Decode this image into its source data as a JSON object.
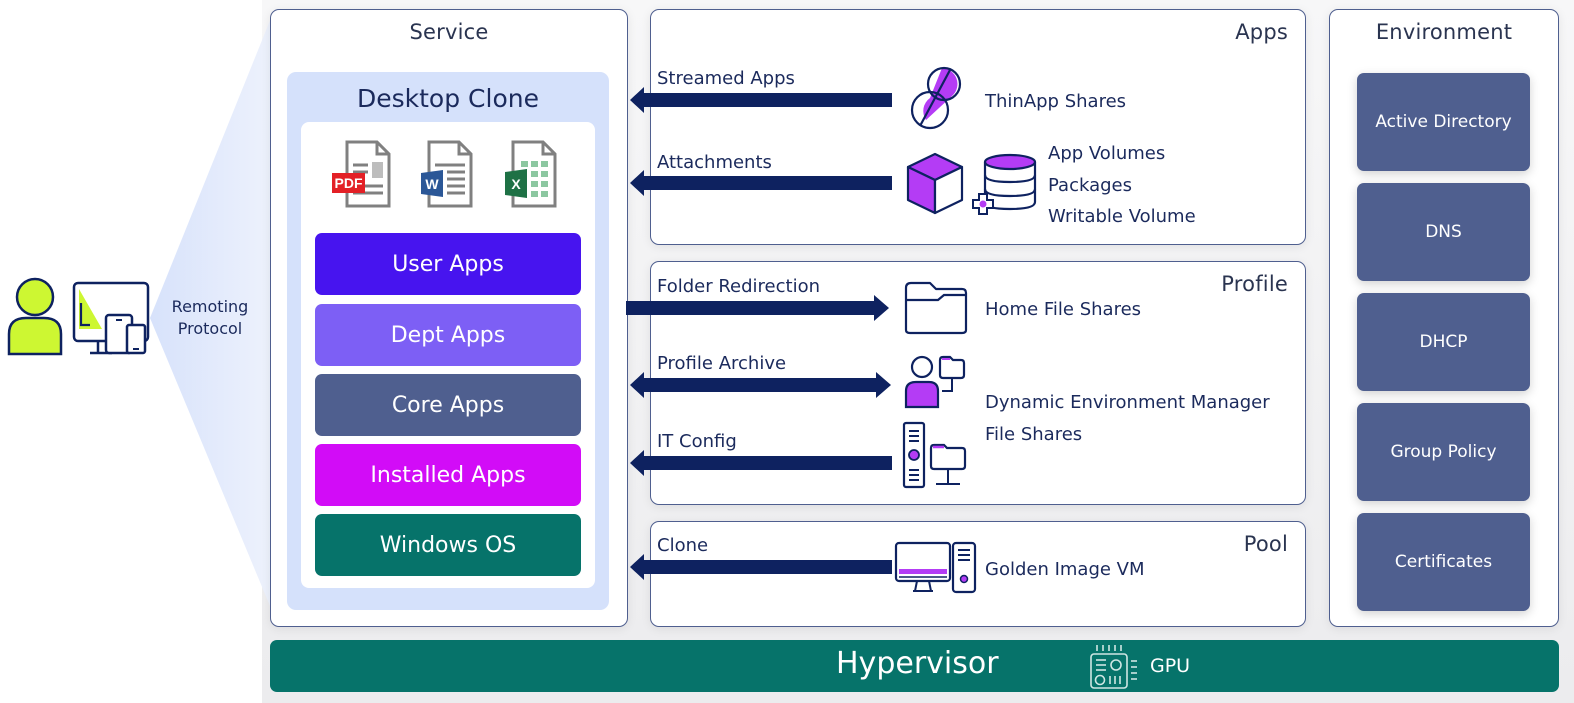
{
  "client": {
    "user_icon": "user-icon",
    "devices_icon": "devices-icon",
    "remoting_label_line1": "Remoting",
    "remoting_label_line2": "Protocol"
  },
  "service": {
    "title": "Service",
    "desktop_clone": {
      "title": "Desktop Clone",
      "doc_icons": [
        "pdf-document-icon",
        "word-document-icon",
        "excel-spreadsheet-icon"
      ],
      "doc_badges": [
        "PDF",
        "W",
        "X"
      ],
      "layers": [
        {
          "label": "User Apps",
          "color": "#4714ef"
        },
        {
          "label": "Dept Apps",
          "color": "#7d5ff5"
        },
        {
          "label": "Core Apps",
          "color": "#4f5f8f"
        },
        {
          "label": "Installed Apps",
          "color": "#d20cf7"
        },
        {
          "label": "Windows OS",
          "color": "#06736a"
        }
      ]
    }
  },
  "apps": {
    "title": "Apps",
    "flows": [
      {
        "label": "Streamed Apps",
        "direction": "left",
        "icon": "thinapp-icon",
        "targets": [
          "ThinApp Shares"
        ]
      },
      {
        "label": "Attachments",
        "direction": "left",
        "icon": "app-volumes-icon",
        "targets": [
          "App Volumes",
          "Packages",
          "Writable Volume"
        ]
      }
    ]
  },
  "profile": {
    "title": "Profile",
    "flows": [
      {
        "label": "Folder Redirection",
        "direction": "right",
        "icon": "folder-icon",
        "targets": [
          "Home File Shares"
        ]
      },
      {
        "label": "Profile Archive",
        "direction": "both",
        "icon": "user-folder-icon"
      },
      {
        "label": "IT Config",
        "direction": "left",
        "icon": "server-folder-icon"
      }
    ],
    "dem_targets": [
      "Dynamic Environment Manager",
      "File Shares"
    ]
  },
  "pool": {
    "title": "Pool",
    "flows": [
      {
        "label": "Clone",
        "direction": "left",
        "icon": "golden-image-vm-icon",
        "targets": [
          "Golden Image VM"
        ]
      }
    ]
  },
  "environment": {
    "title": "Environment",
    "items": [
      "Active Directory",
      "DNS",
      "DHCP",
      "Group Policy",
      "Certificates"
    ]
  },
  "hypervisor": {
    "label": "Hypervisor",
    "gpu_icon": "gpu-chip-icon",
    "gpu_label": "GPU"
  },
  "colors": {
    "navy": "#0e2260",
    "accent_purple": "#b43cf5",
    "lime": "#cdf732",
    "panel_border": "#4f5f8f",
    "clone_bg": "#d5e1fb",
    "teal": "#06736a"
  }
}
